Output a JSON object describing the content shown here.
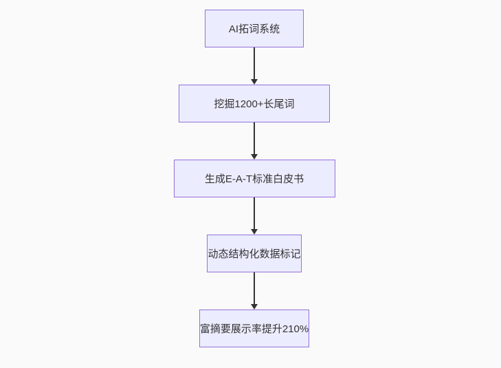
{
  "diagram": {
    "type": "flowchart",
    "direction": "top-down",
    "nodes": [
      {
        "id": "node-1",
        "label": "AI拓词系统"
      },
      {
        "id": "node-2",
        "label": "挖掘1200+长尾词"
      },
      {
        "id": "node-3",
        "label": "生成E-A-T标准白皮书"
      },
      {
        "id": "node-4",
        "label": "动态结构化数据标记"
      },
      {
        "id": "node-5",
        "label": "富摘要展示率提升210%"
      }
    ],
    "edges": [
      {
        "from": "node-1",
        "to": "node-2",
        "style": "arrow-down"
      },
      {
        "from": "node-2",
        "to": "node-3",
        "style": "arrow-down"
      },
      {
        "from": "node-3",
        "to": "node-4",
        "style": "arrow-down"
      },
      {
        "from": "node-4",
        "to": "node-5",
        "style": "arrow-down"
      }
    ],
    "colors": {
      "background": "#fafafa",
      "node_fill": "#ececff",
      "node_border": "#9370db",
      "node_text": "#333333",
      "arrow": "#333333"
    }
  }
}
